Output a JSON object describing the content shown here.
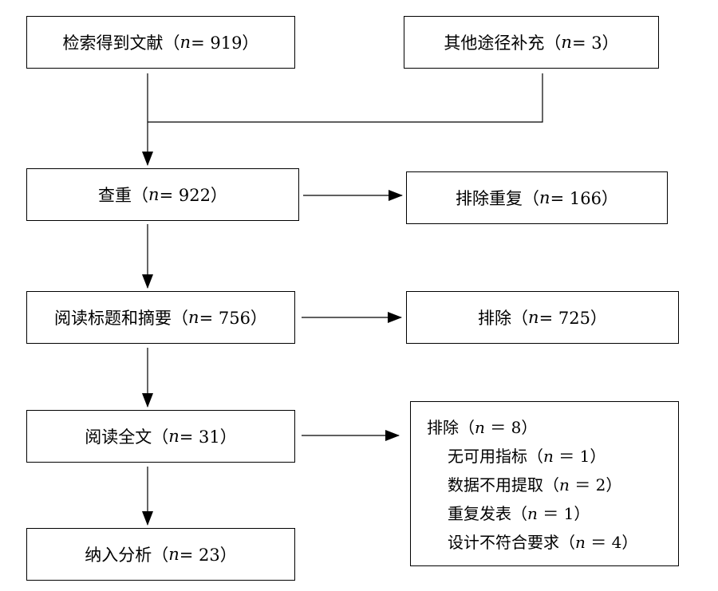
{
  "boxes": {
    "search": {
      "label": "检索得到文献（",
      "n": "n",
      "rest": " = 919）"
    },
    "other": {
      "label": "其他途径补充（",
      "n": "n",
      "rest": " = 3）"
    },
    "dedup": {
      "label": "查重（",
      "n": "n",
      "rest": " = 922）"
    },
    "duplicates": {
      "label": "排除重复（",
      "n": "n",
      "rest": " = 166）"
    },
    "title_abstract": {
      "label": "阅读标题和摘要（",
      "n": "n",
      "rest": " = 756）"
    },
    "exclude_1": {
      "label": "排除（",
      "n": "n",
      "rest": " = 725）"
    },
    "full_text": {
      "label": "阅读全文（",
      "n": "n",
      "rest": " = 31）"
    },
    "exclude_2": {
      "label": "排除（",
      "n": "n",
      "rest": " ＝ 8）",
      "reasons": [
        {
          "label": "无可用指标（",
          "n": "n",
          "rest": " ＝ 1）"
        },
        {
          "label": "数据不用提取（",
          "n": "n",
          "rest": " ＝ 2）"
        },
        {
          "label": "重复发表（",
          "n": "n",
          "rest": " ＝ 1）"
        },
        {
          "label": "设计不符合要求（",
          "n": "n",
          "rest": " ＝ 4）"
        }
      ]
    },
    "included": {
      "label": "纳入分析（",
      "n": "n",
      "rest": " = 23）"
    }
  }
}
